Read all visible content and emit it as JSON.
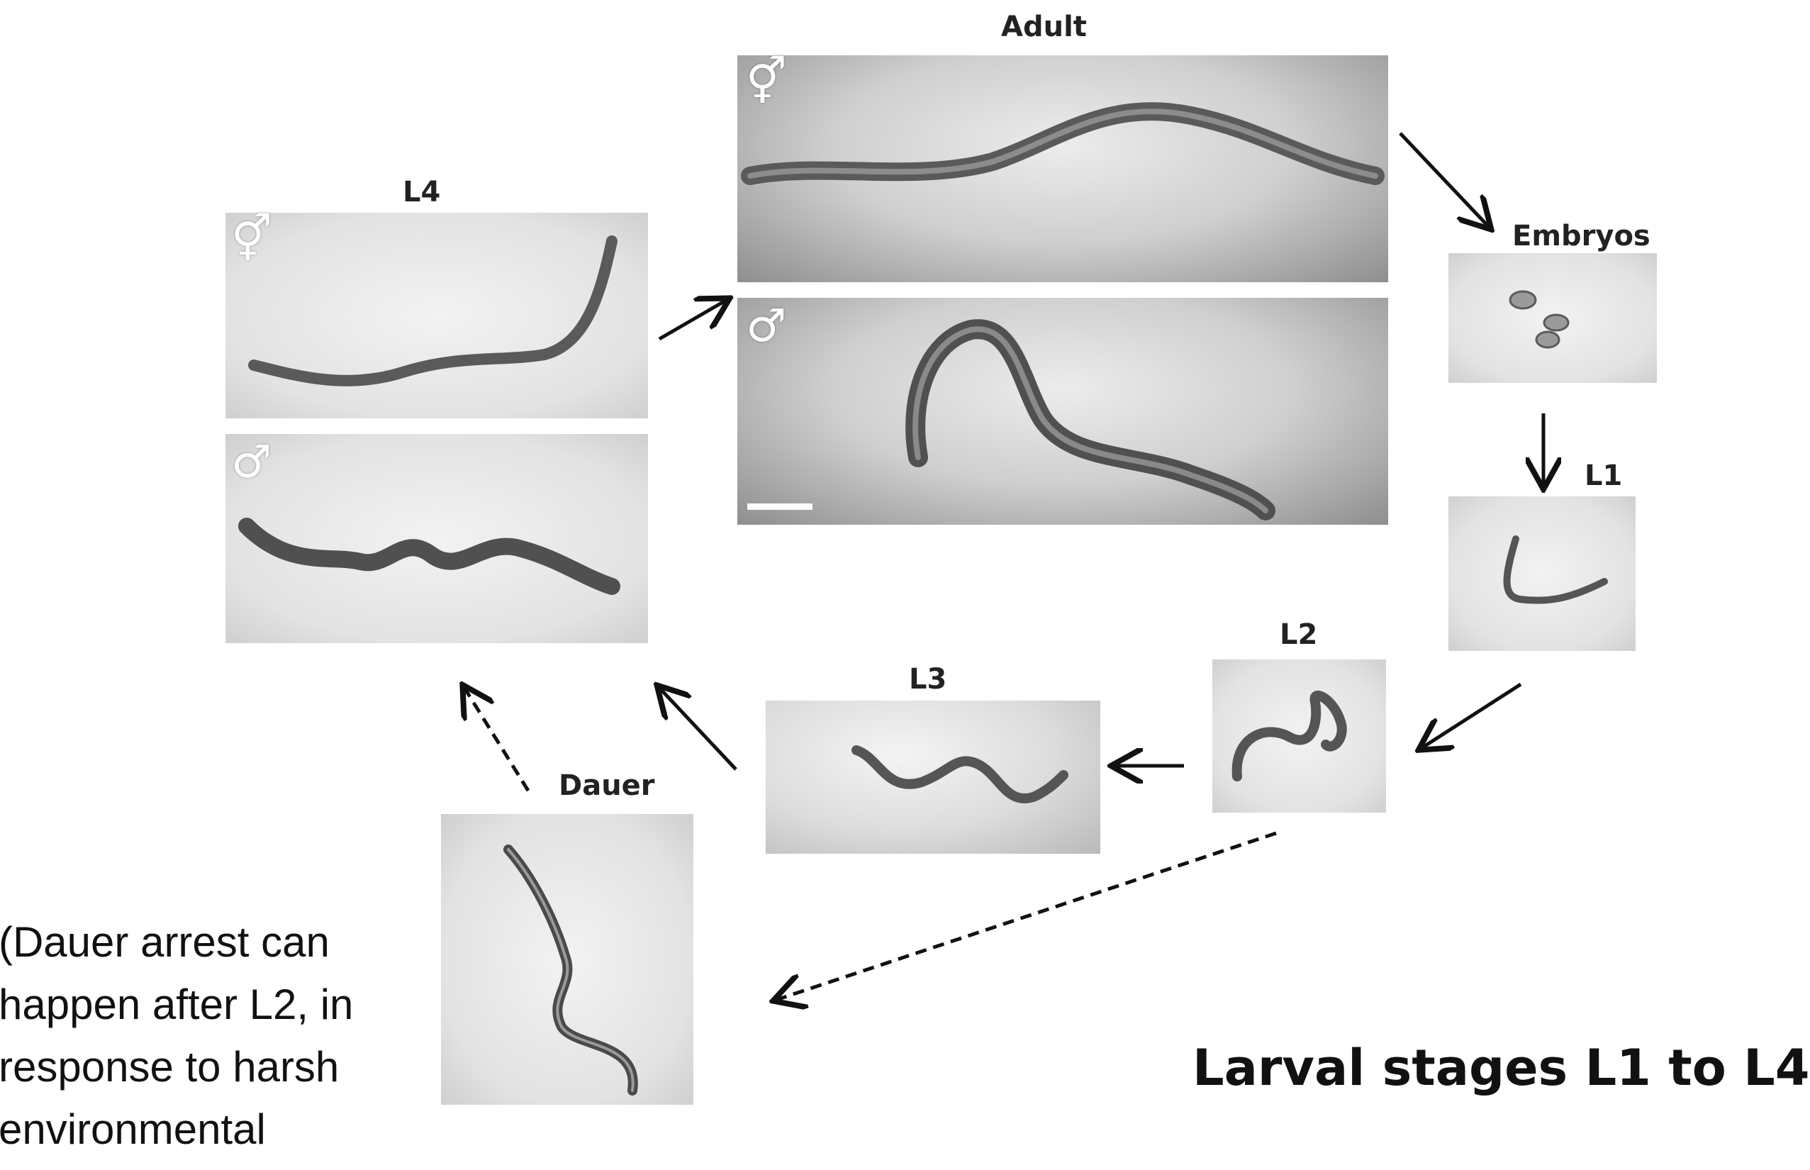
{
  "stages": {
    "adult": "Adult",
    "embryos": "Embryos",
    "l1": "L1",
    "l2": "L2",
    "l3": "L3",
    "l4": "L4",
    "dauer": "Dauer"
  },
  "sex_symbols": {
    "hermaphrodite": "⚥",
    "male": "♂"
  },
  "caption_lines": [
    "(Dauer arrest can",
    "happen after L2, in",
    "response to harsh",
    "environmental"
  ],
  "subtitle": "Larval stages L1 to L4",
  "colors": {
    "arrow": "#111111",
    "worm": "#4a4a4a",
    "symbol": "#ffffff"
  }
}
